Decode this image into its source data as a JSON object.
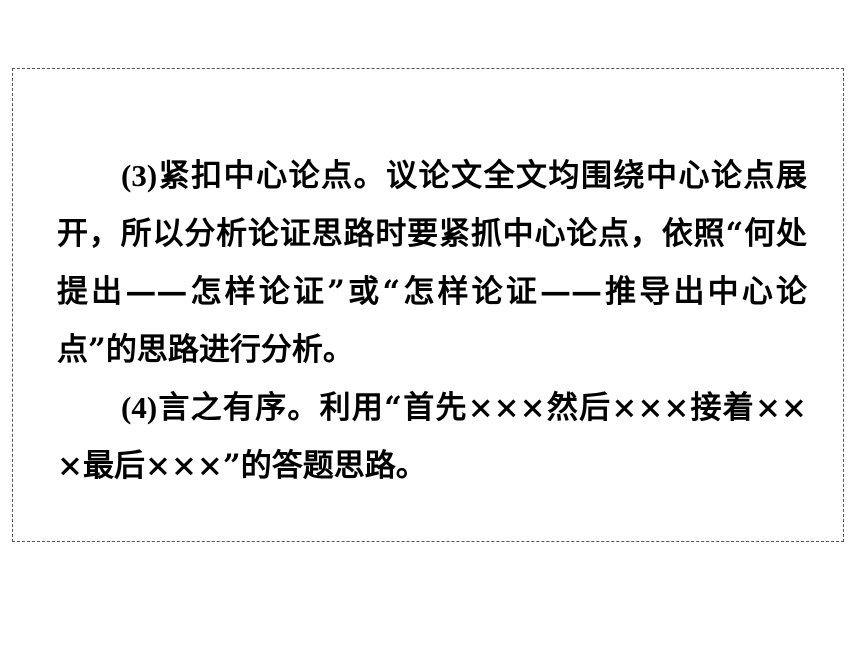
{
  "paragraphs": [
    {
      "number": "(3)",
      "text": "紧扣中心论点。议论文全文均围绕中心论点展开，所以分析论证思路时要紧抓中心论点，依照“何处提出——怎样论证”或“怎样论证——推导出中心论点”的思路进行分析。"
    },
    {
      "number": "(4)",
      "text": "言之有序。利用“首先×××然后×××接着×××最后×××”的答题思路。"
    }
  ]
}
